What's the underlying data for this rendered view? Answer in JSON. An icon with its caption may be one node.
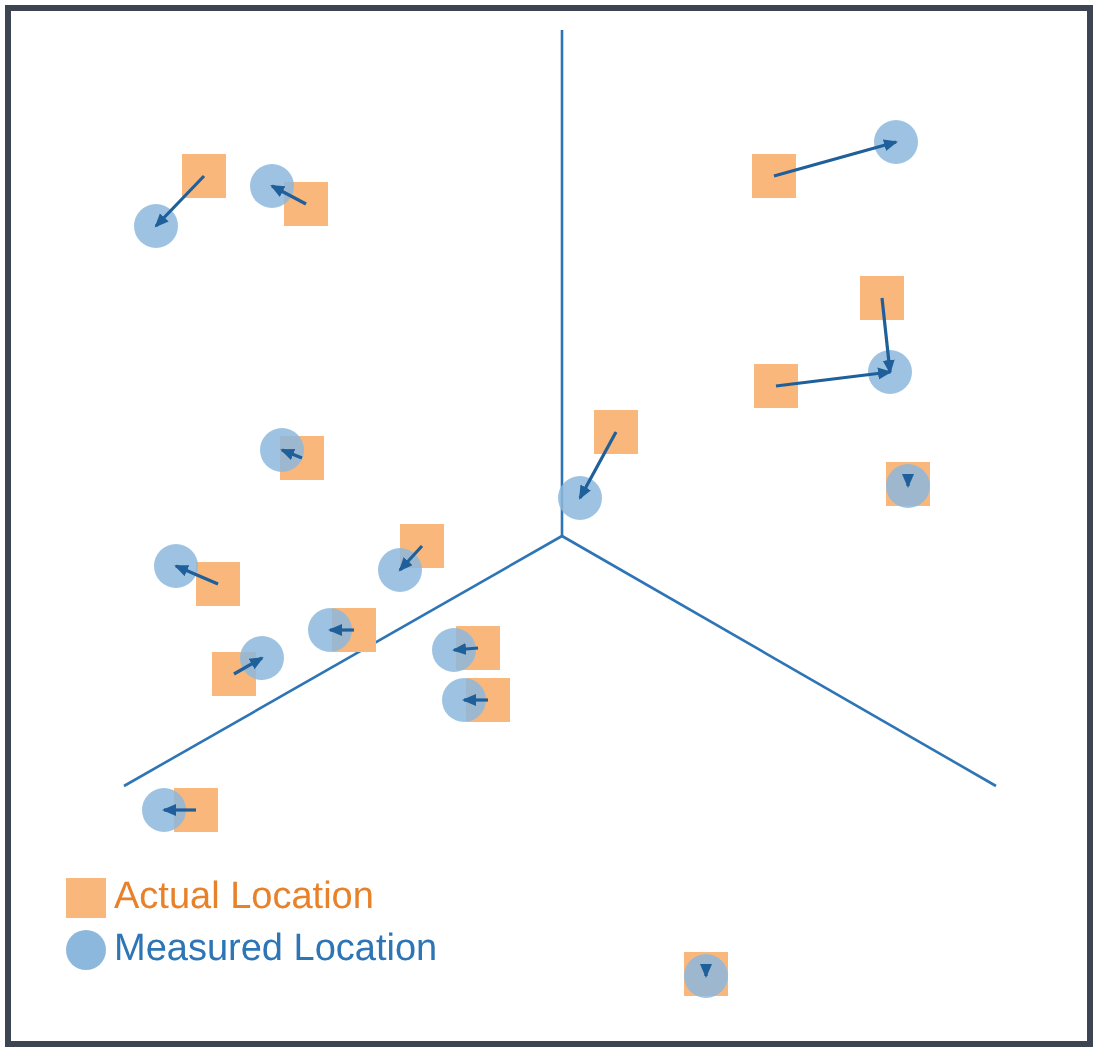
{
  "diagram": {
    "nodes": [
      {
        "text": [],
        "shape": "box"
      },
      {
        "text": [],
        "shape": "circle"
      },
      {
        "text": [],
        "shape": "box"
      },
      {
        "text": [],
        "shape": "circle"
      },
      {
        "text": [],
        "shape": "box"
      },
      {
        "text": [],
        "shape": "circle"
      },
      {
        "text": [],
        "shape": "box"
      },
      {
        "text": [],
        "shape": "circle"
      },
      {
        "text": [],
        "shape": "box"
      },
      {
        "text": [],
        "shape": "box"
      },
      {
        "text": [],
        "shape": "circle"
      },
      {
        "text": [],
        "shape": "box"
      },
      {
        "text": [],
        "shape": "circle"
      },
      {
        "text": [],
        "shape": "box"
      },
      {
        "text": [],
        "shape": "circle"
      },
      {
        "text": [],
        "shape": "box"
      },
      {
        "text": [],
        "shape": "circle"
      },
      {
        "text": [],
        "shape": "box"
      },
      {
        "text": [],
        "shape": "circle"
      },
      {
        "text": [],
        "shape": "box"
      },
      {
        "text": [],
        "shape": "circle"
      },
      {
        "text": [],
        "shape": "box"
      },
      {
        "text": [],
        "shape": "circle"
      },
      {
        "text": [],
        "shape": "box"
      },
      {
        "text": [],
        "shape": "circle"
      },
      {
        "text": [],
        "shape": "box"
      },
      {
        "text": [],
        "shape": "circle"
      },
      {
        "text": [],
        "shape": "box"
      },
      {
        "text": [],
        "shape": "circle"
      },
      {
        "text": [],
        "shape": "box"
      },
      {
        "text": [],
        "shape": "circle"
      }
    ],
    "edges": [
      {
        "from": 0,
        "to": 1,
        "arrow": "to"
      },
      {
        "from": 2,
        "to": 3,
        "arrow": "to"
      },
      {
        "from": 4,
        "to": 5,
        "arrow": "to"
      },
      {
        "from": 6,
        "to": 7,
        "arrow": "to"
      },
      {
        "from": 8,
        "to": 7,
        "arrow": "to"
      },
      {
        "from": 9,
        "to": 10,
        "arrow": "to"
      },
      {
        "from": 11,
        "to": 12,
        "arrow": "to"
      },
      {
        "from": 13,
        "to": 14,
        "arrow": "to"
      },
      {
        "from": 15,
        "to": 16,
        "arrow": "to"
      },
      {
        "from": 17,
        "to": 18,
        "arrow": "to"
      },
      {
        "from": 19,
        "to": 20,
        "arrow": "to"
      },
      {
        "from": 21,
        "to": 22,
        "arrow": "to"
      },
      {
        "from": 23,
        "to": 24,
        "arrow": "to"
      },
      {
        "from": 25,
        "to": 26,
        "arrow": "to"
      },
      {
        "from": 27,
        "to": 28,
        "arrow": "to"
      },
      {
        "from": 29,
        "to": 30,
        "arrow": "to"
      }
    ],
    "legend": [
      {
        "text": "Actual Location",
        "color": "#f9b77c"
      },
      {
        "text": "Measured Location",
        "color": "#8db8dd"
      }
    ]
  }
}
